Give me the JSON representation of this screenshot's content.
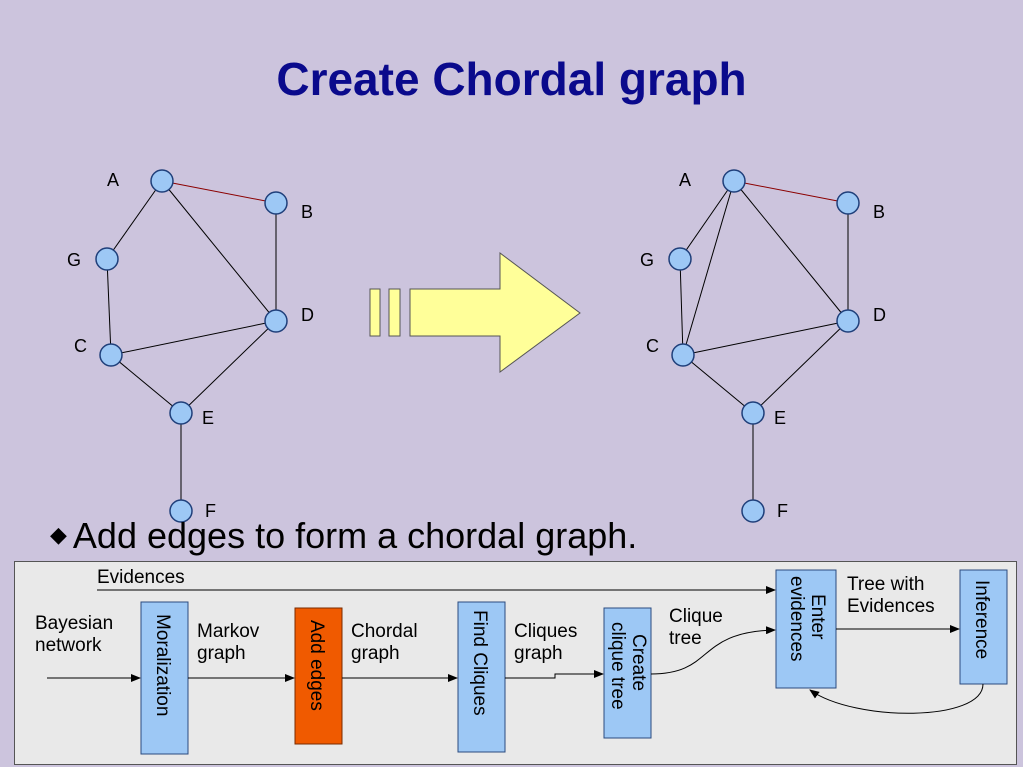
{
  "title": "Create Chordal graph",
  "graph_before": {
    "nodes": [
      {
        "id": "A",
        "label": "A"
      },
      {
        "id": "B",
        "label": "B"
      },
      {
        "id": "G",
        "label": "G"
      },
      {
        "id": "D",
        "label": "D"
      },
      {
        "id": "C",
        "label": "C"
      },
      {
        "id": "E",
        "label": "E"
      },
      {
        "id": "F",
        "label": "F"
      }
    ],
    "edges": [
      [
        "A",
        "B"
      ],
      [
        "A",
        "G"
      ],
      [
        "A",
        "D"
      ],
      [
        "B",
        "D"
      ],
      [
        "G",
        "C"
      ],
      [
        "C",
        "D"
      ],
      [
        "C",
        "E"
      ],
      [
        "D",
        "E"
      ],
      [
        "E",
        "F"
      ]
    ]
  },
  "graph_after": {
    "nodes": [
      {
        "id": "A",
        "label": "A"
      },
      {
        "id": "B",
        "label": "B"
      },
      {
        "id": "G",
        "label": "G"
      },
      {
        "id": "D",
        "label": "D"
      },
      {
        "id": "C",
        "label": "C"
      },
      {
        "id": "E",
        "label": "E"
      },
      {
        "id": "F",
        "label": "F"
      }
    ],
    "edges": [
      [
        "A",
        "B"
      ],
      [
        "A",
        "G"
      ],
      [
        "A",
        "D"
      ],
      [
        "A",
        "C"
      ],
      [
        "B",
        "D"
      ],
      [
        "G",
        "C"
      ],
      [
        "C",
        "D"
      ],
      [
        "C",
        "E"
      ],
      [
        "D",
        "E"
      ],
      [
        "E",
        "F"
      ]
    ]
  },
  "arrow_color": "#ffff99",
  "bullet": "Add edges to form a chordal graph.",
  "flow": {
    "evidences_label": "Evidences",
    "input_label_1": "Bayesian",
    "input_label_2": "network",
    "moralization": "Moralization",
    "markov_1": "Markov",
    "markov_2": "graph",
    "add_edges": "Add edges",
    "chordal_1": "Chordal",
    "chordal_2": "graph",
    "find_cliques": "Find Cliques",
    "cliques_1": "Cliques",
    "cliques_2": "graph",
    "create_1": "Create",
    "create_2": "clique tree",
    "clique_tree_1": "Clique",
    "clique_tree_2": "tree",
    "enter_1": "Enter",
    "enter_2": "evidences",
    "tree_with_1": "Tree with",
    "tree_with_2": "Evidences",
    "inference": "Inference",
    "highlight_color": "#f05a00",
    "box_color": "#9dc8f5"
  }
}
